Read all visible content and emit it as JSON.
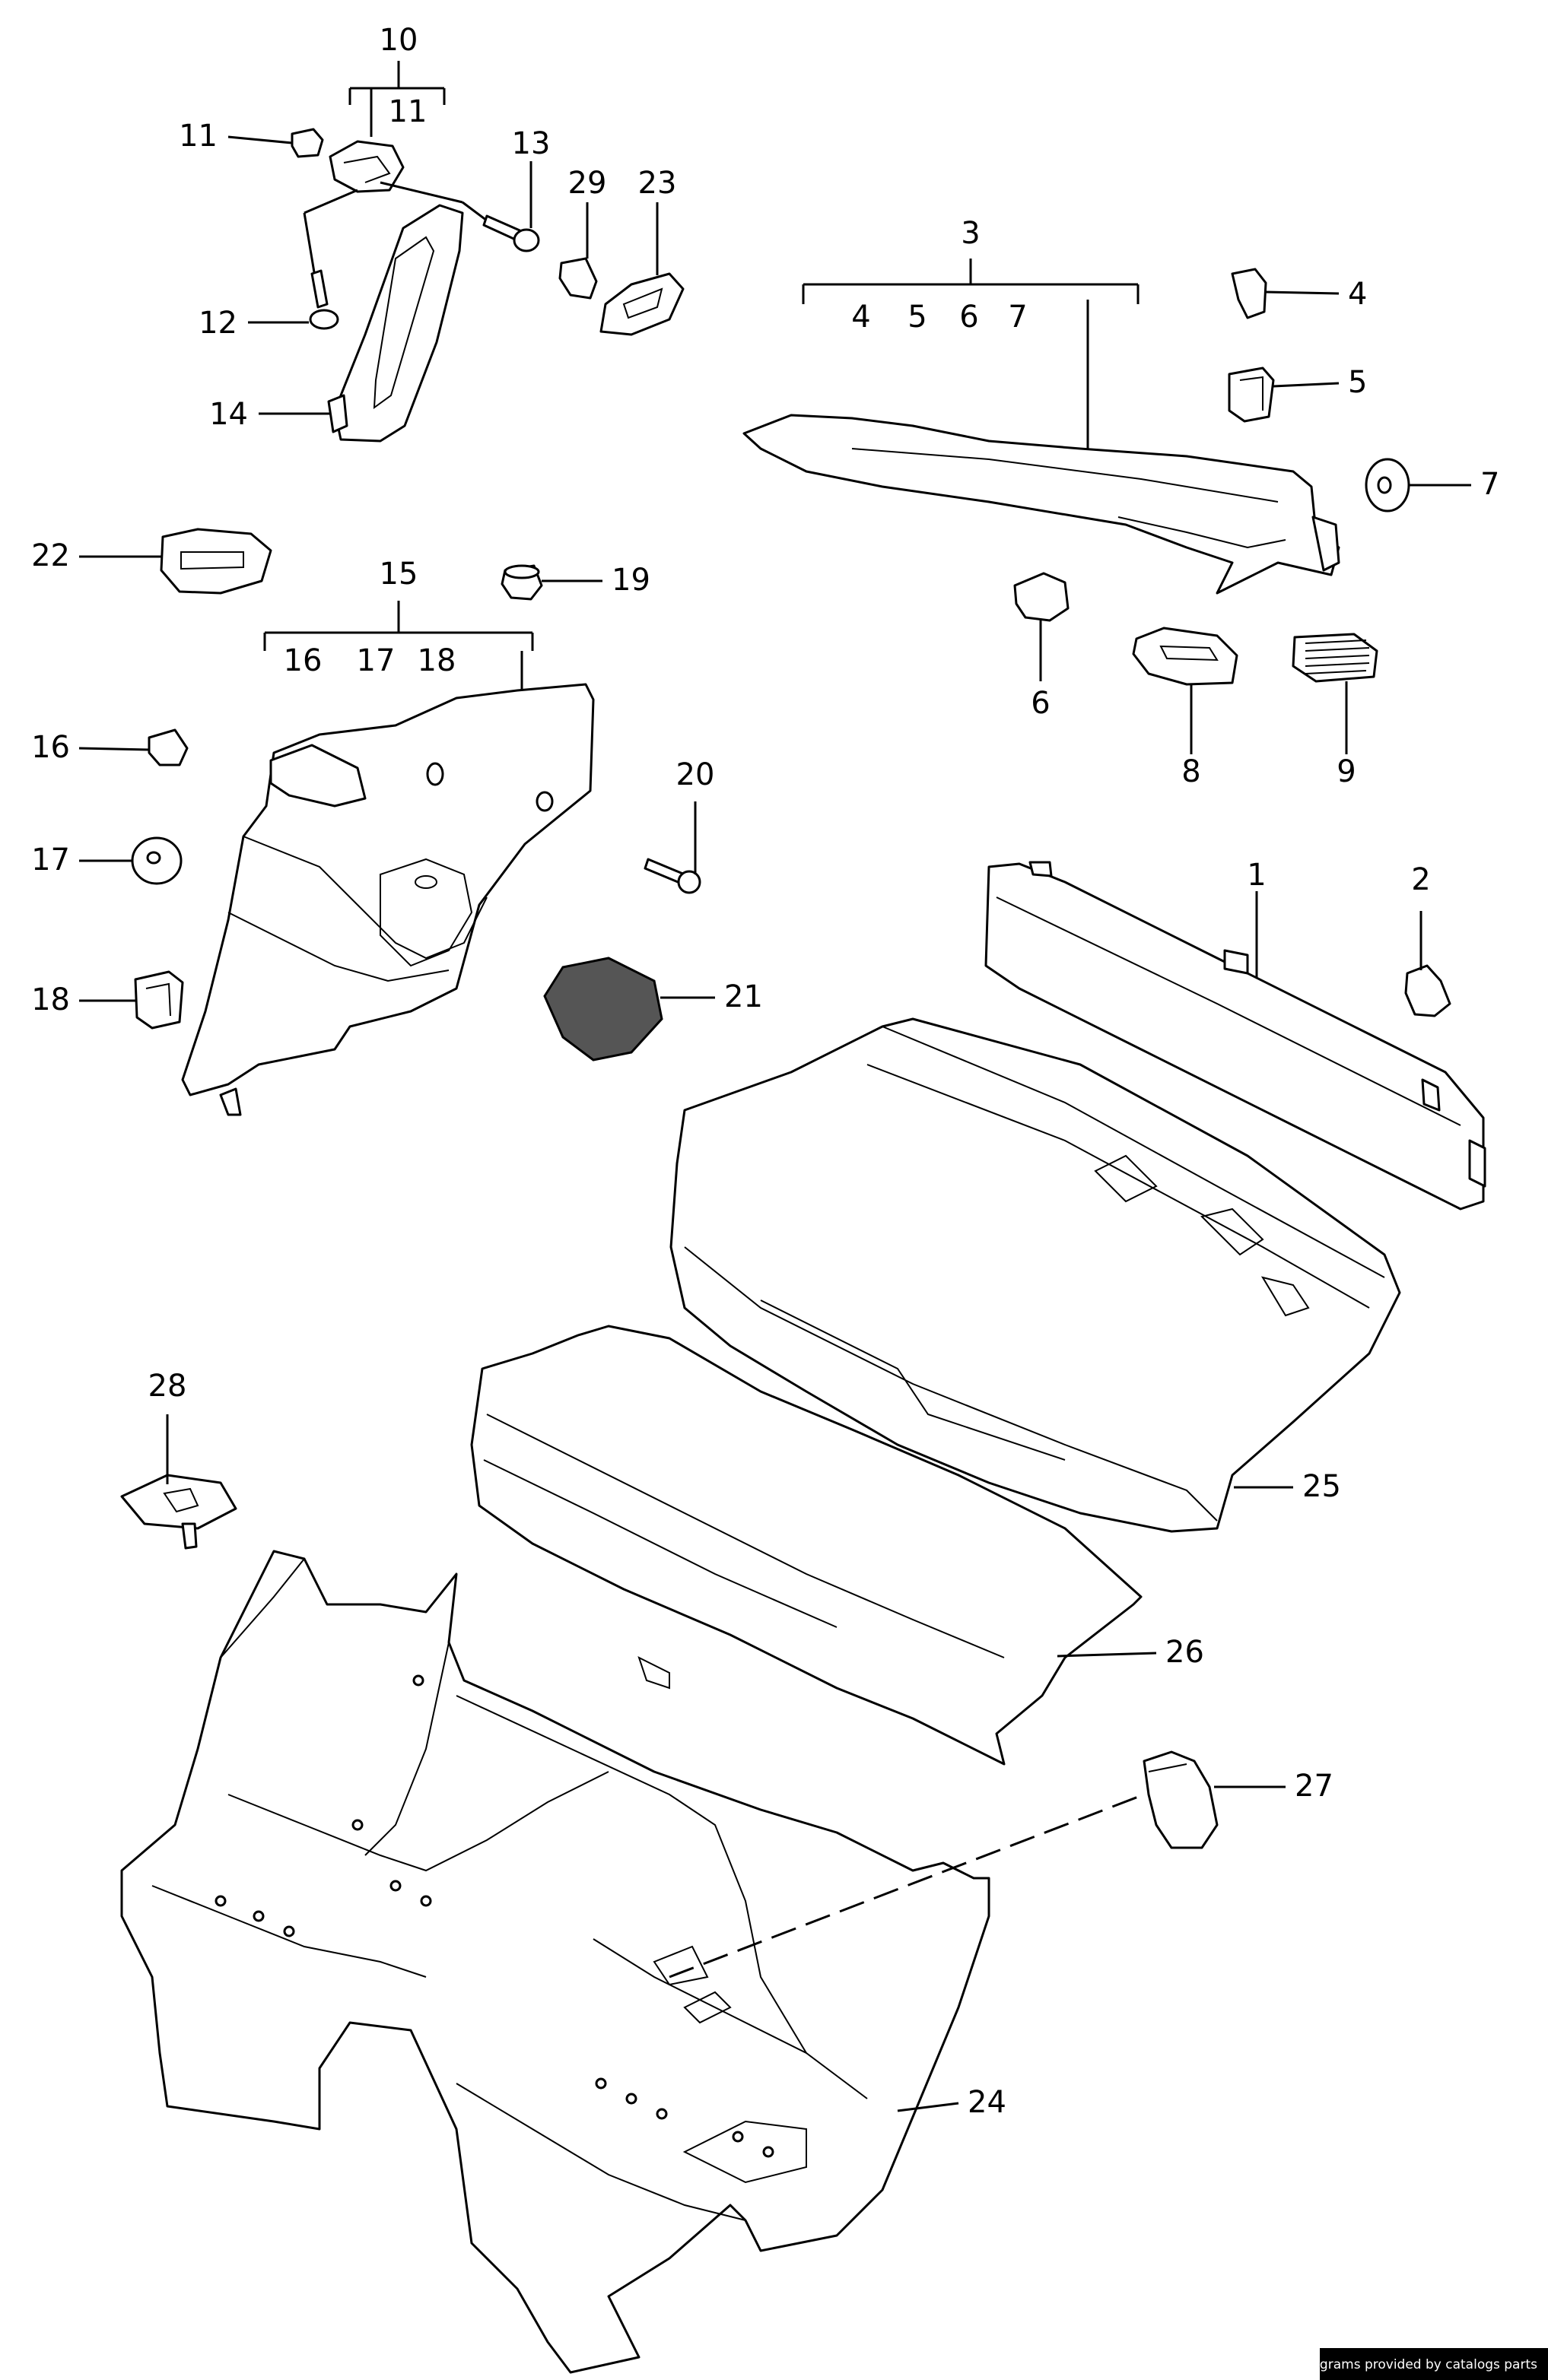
{
  "callouts": {
    "c1": "1",
    "c2": "2",
    "c3": "3",
    "c4": "4",
    "c5": "5",
    "c6": "6",
    "c7": "7",
    "c8": "8",
    "c9": "9",
    "c10": "10",
    "c11": "11",
    "c12": "12",
    "c13": "13",
    "c14": "14",
    "c15": "15",
    "c16": "16",
    "c17": "17",
    "c18": "18",
    "c19": "19",
    "c20": "20",
    "c21": "21",
    "c22": "22",
    "c23": "23",
    "c24": "24",
    "c25": "25",
    "c26": "26",
    "c27": "27",
    "c28": "28",
    "c29": "29"
  },
  "groups": {
    "g10_sub": "11",
    "g3_sub": [
      "4",
      "5",
      "6",
      "7"
    ],
    "g15_sub": [
      "16",
      "17",
      "18"
    ]
  },
  "footer": {
    "credit": "Diagrams provided by catalogs parts"
  }
}
